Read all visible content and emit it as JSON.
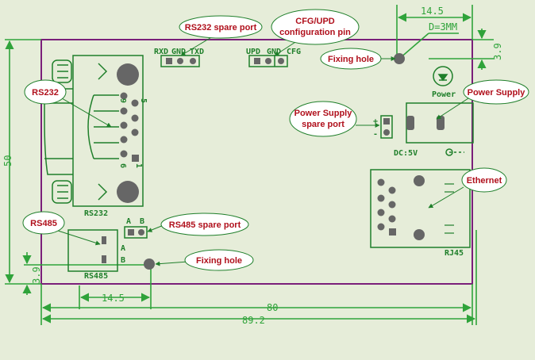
{
  "dimensions": {
    "d_14_5_top": "14.5",
    "d_3mm": "D=3MM",
    "d_3_9_top": "3.9",
    "d_50": "50",
    "d_3_9_left": "3.9",
    "d_14_5_bottom": "14.5",
    "d_80": "80",
    "d_89_2": "89.2"
  },
  "board_labels": {
    "rxd": "RXD",
    "gnd1": "GND",
    "txd": "TXD",
    "upd": "UPD",
    "gnd2": "GND",
    "cfg": "CFG",
    "pin5": "5",
    "pin9": "9",
    "pin6": "6",
    "pin1": "1",
    "rs232": "RS232",
    "rs485": "RS485",
    "a_small": "A",
    "b_small": "B",
    "a_big": "A",
    "b_big": "B",
    "power": "Power",
    "plus": "+",
    "minus": "-",
    "dc5v": "DC:5V",
    "rj45": "RJ45"
  },
  "callouts": {
    "rs232_spare": "RS232 spare port",
    "cfg_upd_line1": "CFG/UPD",
    "cfg_upd_line2": "configuration pin",
    "fixing_hole_top": "Fixing hole",
    "rs232": "RS232",
    "power_supply": "Power Supply",
    "ps_spare_line1": "Power Supply",
    "ps_spare_line2": "spare port",
    "ethernet": "Ethernet",
    "rs485": "RS485",
    "rs485_spare": "RS485 spare port",
    "fixing_hole_bottom": "Fixing hole"
  },
  "colors": {
    "background": "#e6edd9",
    "board_outline": "#7a1f7a",
    "component": "#1f7f2a",
    "dimension": "#2fa33a",
    "callout_fill": "#ffffff",
    "callout_text": "#b0101c"
  }
}
